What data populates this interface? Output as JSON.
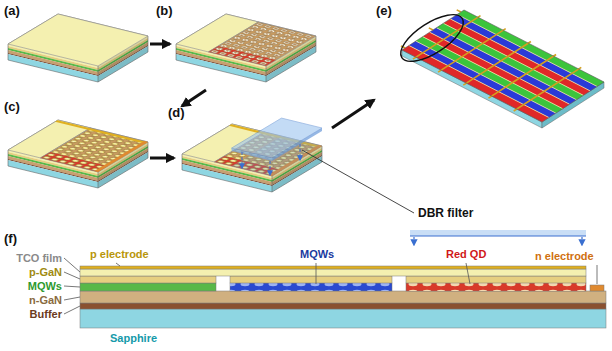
{
  "diagram": {
    "labels": [
      "(a)",
      "(b)",
      "(c)",
      "(d)",
      "(e)",
      "DBR filter",
      "(f)",
      "TCO film",
      "p electrode",
      "MQWs",
      "Red QD",
      "n electrode",
      "p-GaN",
      "MQWs",
      "n-GaN",
      "Buffer",
      "Sapphire"
    ]
  }
}
